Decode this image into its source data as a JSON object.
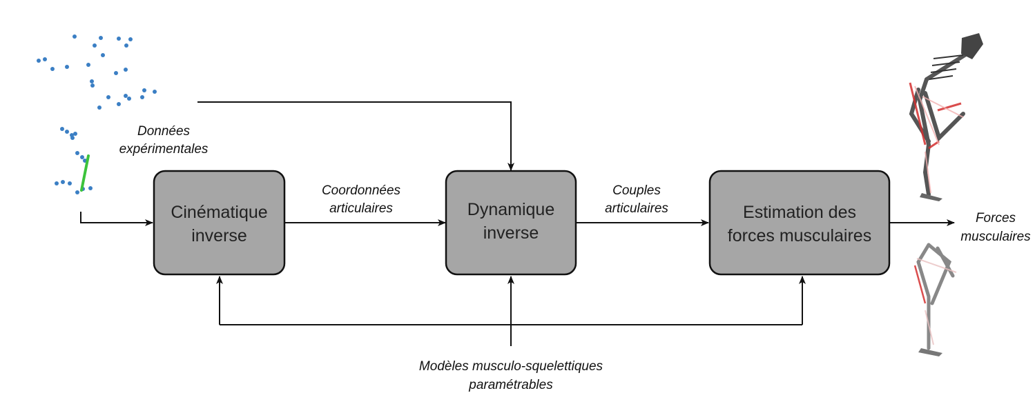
{
  "boxes": {
    "kinematics": {
      "line1": "Cinématique",
      "line2": "inverse"
    },
    "dynamics": {
      "line1": "Dynamique",
      "line2": "inverse"
    },
    "estimation": {
      "line1": "Estimation des",
      "line2": "forces musculaires"
    }
  },
  "labels": {
    "experimental_data": {
      "line1": "Données",
      "line2": "expérimentales"
    },
    "joint_coordinates": {
      "line1": "Coordonnées",
      "line2": "articulaires"
    },
    "joint_torques": {
      "line1": "Couples",
      "line2": "articulaires"
    },
    "muscle_forces": {
      "line1": "Forces",
      "line2": "musculaires"
    },
    "models": {
      "line1": "Modèles musculo-squelettiques",
      "line2": "paramétrables"
    }
  },
  "colors": {
    "box_fill": "#a6a6a6",
    "marker": "#3b7fc4",
    "segment": "#3cc33c",
    "muscle": "#d32f2f"
  },
  "icons": {
    "markers": "motion-capture-markers-icon",
    "skeleton": "musculoskeletal-skeleton-icon"
  }
}
